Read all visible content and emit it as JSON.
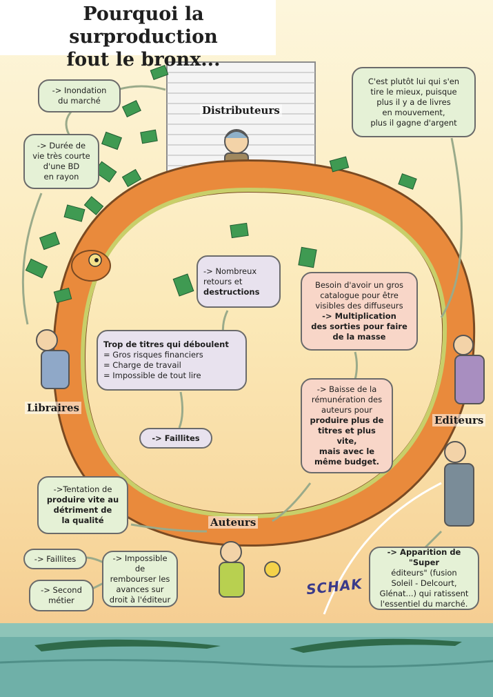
{
  "title": {
    "line1": "Pourquoi la surproduction",
    "line2": "fout le bronx..."
  },
  "labels": {
    "distributeurs": "Distributeurs",
    "libraires": "Libraires",
    "editeurs": "Editeurs",
    "auteurs": "Auteurs"
  },
  "bubbles": {
    "inondation": [
      "-> Inondation",
      "du marché"
    ],
    "duree": [
      "-> Durée de",
      "vie très courte",
      "d'une BD",
      "en rayon"
    ],
    "distributeur_gain": [
      "C'est plutôt lui qui s'en",
      "tire le mieux, puisque",
      "plus il y a de livres",
      "en mouvement,",
      "plus il gagne d'argent"
    ],
    "retours": [
      "-> Nombreux",
      "retours et",
      "destructions"
    ],
    "trop_titres": [
      "Trop de titres qui déboulent",
      "= Gros risques financiers",
      "= Charge de travail",
      "= Impossible de tout lire"
    ],
    "faillites_center": "-> Faillites",
    "catalogue": [
      "Besoin d'avoir un gros",
      "catalogue pour être",
      "visibles des diffuseurs",
      "-> Multiplication",
      "des sorties pour faire",
      "de la masse"
    ],
    "baisse": [
      "-> Baisse de la",
      "rémunération des",
      "auteurs pour",
      "produire plus de",
      "titres et plus vite,",
      "mais avec le",
      "même budget."
    ],
    "tentation": [
      "->Tentation de",
      "produire vite au",
      "détriment de",
      "la qualité"
    ],
    "faillites_left": "-> Faillites",
    "impossible": [
      "-> Impossible de",
      "rembourser les",
      "avances sur",
      "droit à l'éditeur"
    ],
    "second": [
      "-> Second",
      "métier"
    ],
    "super_editeurs": [
      "-> Apparition de \"Super",
      "éditeurs\" (fusion",
      "Soleil - Delcourt,",
      "Glénat...) qui ratissent",
      "l'essentiel du marché."
    ]
  },
  "sound_effect": "SCHAK",
  "colors": {
    "snake_orange": "#e98a3c",
    "snake_belly": "#c8cf6a",
    "book_green": "#3f9a52",
    "water": "#6fb0a8",
    "bubble_green": "#e5f1d6",
    "bubble_lavender": "#e8e2ee",
    "bubble_pink": "#f8d6c8"
  }
}
